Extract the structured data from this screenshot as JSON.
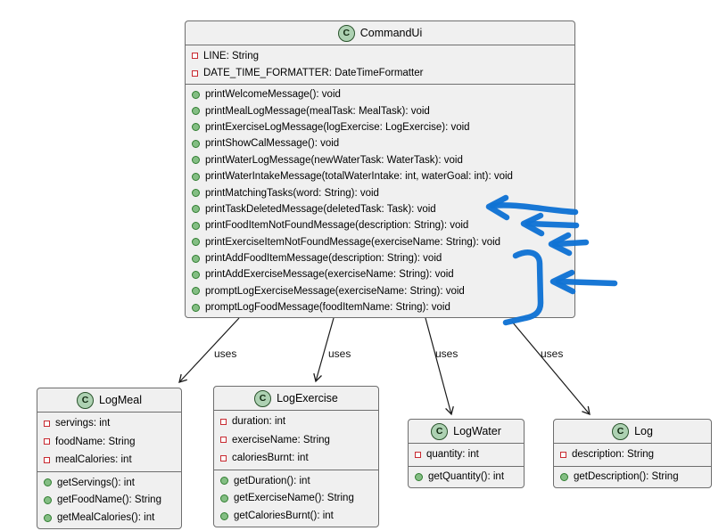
{
  "diagram": {
    "class_icon_letter": "C",
    "classes": [
      {
        "name": "CommandUi",
        "fields": [
          "LINE: String",
          "DATE_TIME_FORMATTER: DateTimeFormatter"
        ],
        "methods": [
          "printWelcomeMessage(): void",
          "printMealLogMessage(mealTask: MealTask): void",
          "printExerciseLogMessage(logExercise: LogExercise): void",
          "printShowCalMessage(): void",
          "printWaterLogMessage(newWaterTask: WaterTask): void",
          "printWaterIntakeMessage(totalWaterIntake: int, waterGoal: int): void",
          "printMatchingTasks(word: String): void",
          "printTaskDeletedMessage(deletedTask: Task): void",
          "printFoodItemNotFoundMessage(description: String): void",
          "printExerciseItemNotFoundMessage(exerciseName: String): void",
          "printAddFoodItemMessage(description: String): void",
          "printAddExerciseMessage(exerciseName: String): void",
          "promptLogExerciseMessage(exerciseName: String): void",
          "promptLogFoodMessage(foodItemName: String): void"
        ]
      },
      {
        "name": "LogMeal",
        "fields": [
          "servings: int",
          "foodName: String",
          "mealCalories: int"
        ],
        "methods": [
          "getServings(): int",
          "getFoodName(): String",
          "getMealCalories(): int"
        ]
      },
      {
        "name": "LogExercise",
        "fields": [
          "duration: int",
          "exerciseName: String",
          "caloriesBurnt: int"
        ],
        "methods": [
          "getDuration(): int",
          "getExerciseName(): String",
          "getCaloriesBurnt(): int"
        ]
      },
      {
        "name": "LogWater",
        "fields": [
          "quantity: int"
        ],
        "methods": [
          "getQuantity(): int"
        ]
      },
      {
        "name": "Log",
        "fields": [
          "description: String"
        ],
        "methods": [
          "getDescription(): String"
        ]
      }
    ],
    "relations": [
      {
        "from": "CommandUi",
        "to": "LogMeal",
        "label": "uses"
      },
      {
        "from": "CommandUi",
        "to": "LogExercise",
        "label": "uses"
      },
      {
        "from": "CommandUi",
        "to": "LogWater",
        "label": "uses"
      },
      {
        "from": "CommandUi",
        "to": "Log",
        "label": "uses"
      }
    ]
  },
  "annotations": {
    "ink_color": "#1173d4",
    "marks": [
      "hand-arrow-at-printTaskDeletedMessage",
      "hand-arrow-at-printFoodItemNotFoundMessage",
      "hand-arrow-at-printExerciseItemNotFoundMessage",
      "hand-bracket-around-last-four-methods",
      "hand-arrow-at-bracket"
    ]
  },
  "colors": {
    "background": "#ffffff",
    "box_fill": "#f0f0f0",
    "box_border": "#6e6e6e",
    "class_icon_fill": "#ADD1B2",
    "field_icon_border": "#C82930",
    "method_icon_fill": "#84BE84",
    "connector": "#1a1a1a",
    "annotation_blue": "#1173d4"
  }
}
